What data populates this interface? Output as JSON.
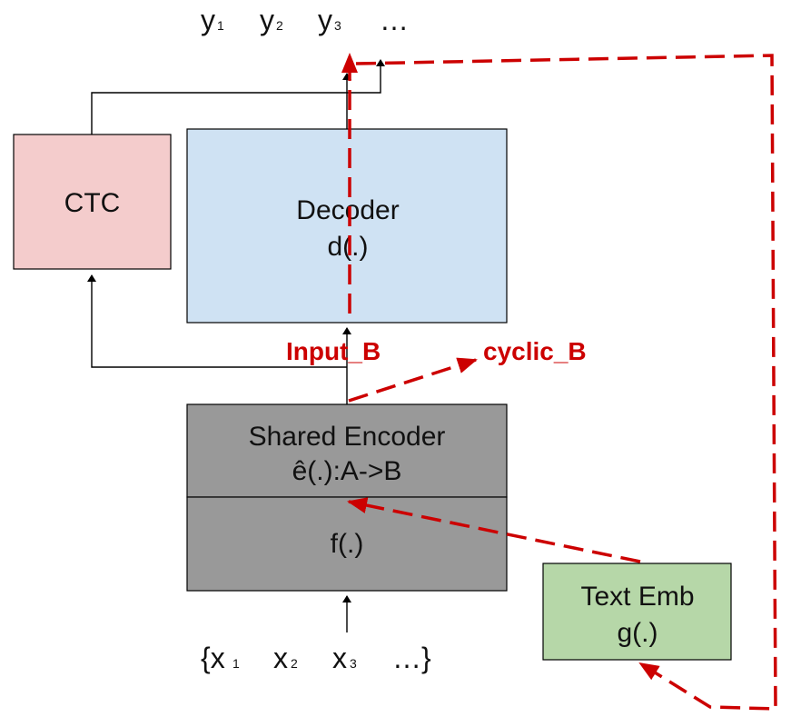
{
  "outputs": {
    "y1": "y",
    "y1_sub": "1",
    "y2": "y",
    "y2_sub": "2",
    "y3": "y",
    "y3_sub": "3",
    "ellipsis": "…"
  },
  "inputs": {
    "open": "{x",
    "x1_sub": "1",
    "x2": "x",
    "x2_sub": "2",
    "x3": "x",
    "x3_sub": "3",
    "ellipsis": "…}"
  },
  "blocks": {
    "ctc": {
      "label": "CTC",
      "color": "#f4cccc"
    },
    "decoder": {
      "line1": "Decoder",
      "line2": "d(.)",
      "color": "#cfe2f3"
    },
    "shared_encoder": {
      "line1": "Shared Encoder",
      "line2": "ê(.):A->B",
      "color": "#999999"
    },
    "f": {
      "label": "f(.)",
      "color": "#999999"
    },
    "text_emb": {
      "line1": "Text Emb",
      "line2": "g(.)",
      "color": "#b6d7a8"
    }
  },
  "labels": {
    "input_b": "Input_B",
    "cyclic_b": "cyclic_B"
  },
  "colors": {
    "red": "#cc0000",
    "line": "#000000"
  }
}
